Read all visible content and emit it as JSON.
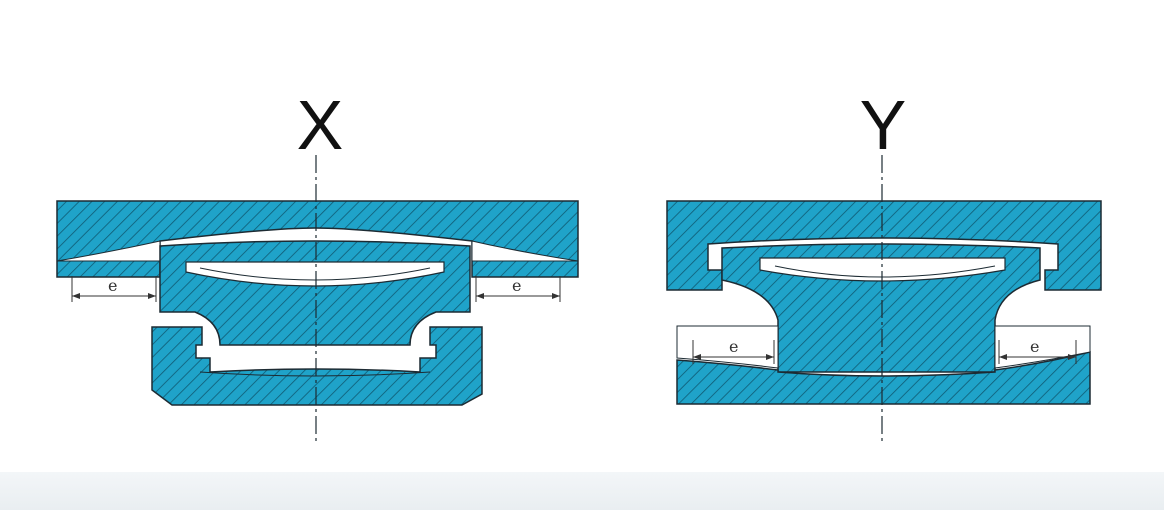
{
  "views": [
    {
      "label": "X"
    },
    {
      "label": "Y"
    }
  ],
  "dimension_symbol": "e",
  "colors": {
    "section_fill": "#1fa3c9",
    "hatch": "#0f5a73",
    "outline": "#1d2b33",
    "gap": "#ffffff"
  }
}
